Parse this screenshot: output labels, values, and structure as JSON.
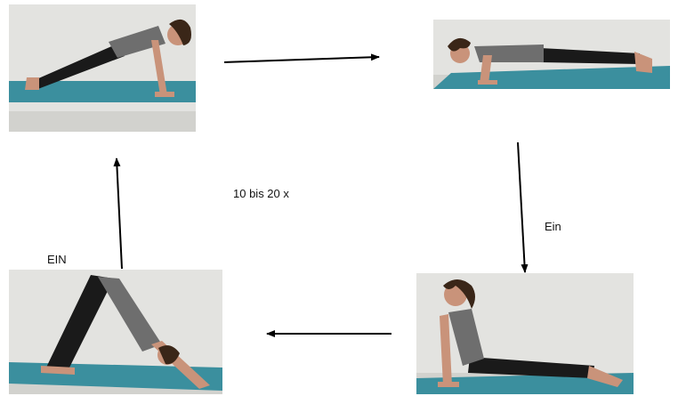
{
  "labels": {
    "repetitions": "10 bis 20 x",
    "ein_right": "Ein",
    "ein_left": "EIN"
  },
  "colors": {
    "mat": "#3b8f9e",
    "wall": "#e2e2df",
    "floor": "#cfcfcb",
    "clothing": "#1a1a1a",
    "top": "#6e6e6e",
    "skin": "#c9937a",
    "hair": "#3a2618",
    "arrow": "#000000"
  }
}
